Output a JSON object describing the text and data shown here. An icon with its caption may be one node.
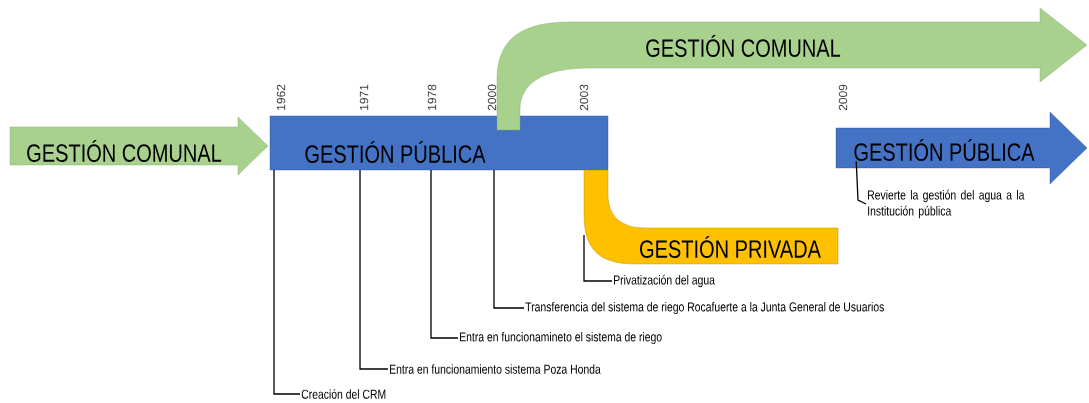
{
  "diagram": {
    "nodes": [
      {
        "text": [
          "GESTIÓN COMUNAL"
        ]
      },
      {
        "text": [
          "GESTIÓN PÚBLICA"
        ]
      },
      {
        "text": [
          "GESTIÓN COMUNAL"
        ]
      },
      {
        "text": [
          "GESTIÓN PRIVADA"
        ]
      },
      {
        "text": [
          "GESTIÓN PÚBLICA"
        ]
      },
      {
        "text": [
          "Creación del CRM"
        ]
      },
      {
        "text": [
          "Entra en funcionamiento sistema Poza Honda"
        ]
      },
      {
        "text": [
          "Entra en funcionamineto el sistema de riego"
        ]
      },
      {
        "text": [
          "Transferencia del sistema de riego Rocafuerte a la Junta General de Usuarios"
        ]
      },
      {
        "text": [
          "Privatización del agua"
        ]
      },
      {
        "text": [
          "Revierte la gestión del agua a la Institución pública"
        ]
      }
    ],
    "edges": [
      {
        "from": 5,
        "to": 1,
        "arrow": "none"
      },
      {
        "from": 6,
        "to": 1,
        "arrow": "none"
      },
      {
        "from": 7,
        "to": 1,
        "arrow": "none"
      },
      {
        "from": 8,
        "to": 1,
        "arrow": "none"
      },
      {
        "from": 9,
        "to": 3,
        "arrow": "none"
      },
      {
        "from": 10,
        "to": 4,
        "arrow": "none"
      }
    ],
    "labels": [
      "1962",
      "1971",
      "1978",
      "2000",
      "2003",
      "2009"
    ]
  }
}
